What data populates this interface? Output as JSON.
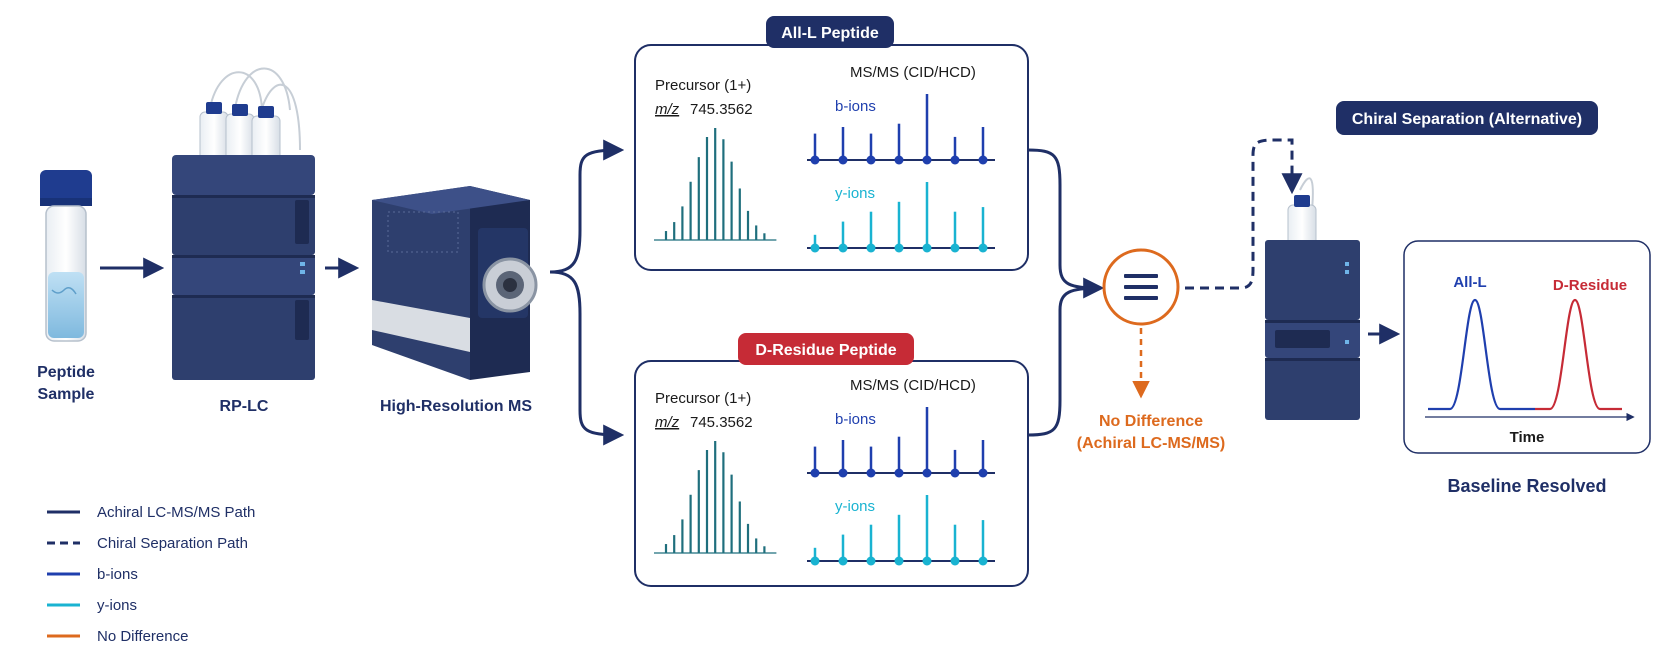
{
  "colors": {
    "navy": "#1f2f66",
    "navy_dark": "#16224f",
    "instrument": "#2e3f6e",
    "instrument_dark": "#1e2b52",
    "b_ion": "#1f3fae",
    "y_ion": "#19b3d1",
    "red": "#c62b36",
    "orange": "#dd6a1e",
    "peak_teal": "#1f6f7d",
    "panel_border": "#1f2f66"
  },
  "sample": {
    "label_line1": "Peptide",
    "label_line2": "Sample"
  },
  "rplc": {
    "label": "RP-LC"
  },
  "ms": {
    "label": "High-Resolution MS"
  },
  "panel_top": {
    "badge": "All-L Peptide",
    "precursor_title": "Precursor (1+)",
    "mz_label": "m/z",
    "mz_value": "745.3562",
    "msms_title": "MS/MS (CID/HCD)",
    "b_label": "b-ions",
    "y_label": "y-ions"
  },
  "panel_bottom": {
    "badge": "D-Residue Peptide",
    "precursor_title": "Precursor (1+)",
    "mz_label": "m/z",
    "mz_value": "745.3562",
    "msms_title": "MS/MS (CID/HCD)",
    "b_label": "b-ions",
    "y_label": "y-ions"
  },
  "isotope_envelope": [
    0.08,
    0.16,
    0.3,
    0.52,
    0.74,
    0.92,
    1.0,
    0.9,
    0.7,
    0.46,
    0.26,
    0.13,
    0.06
  ],
  "b_ion_heights": [
    0.4,
    0.5,
    0.4,
    0.55,
    1.0,
    0.35,
    0.5
  ],
  "y_ion_heights": [
    0.2,
    0.4,
    0.55,
    0.7,
    1.0,
    0.55,
    0.62
  ],
  "comparison": {
    "line1": "No Difference",
    "line2": "(Achiral LC-MS/MS)"
  },
  "chiral": {
    "badge": "Chiral Separation (Alternative)"
  },
  "chromatogram": {
    "peak1_label": "All-L",
    "peak2_label": "D-Residue",
    "xlabel": "Time",
    "caption": "Baseline Resolved"
  },
  "legend": [
    {
      "label": "Achiral LC-MS/MS Path",
      "style": "solid",
      "color": "#1f2f66"
    },
    {
      "label": "Chiral Separation Path",
      "style": "dashed",
      "color": "#1f2f66"
    },
    {
      "label": "b-ions",
      "style": "solid",
      "color": "#1f3fae"
    },
    {
      "label": "y-ions",
      "style": "solid",
      "color": "#19b3d1"
    },
    {
      "label": "No Difference",
      "style": "solid",
      "color": "#dd6a1e"
    }
  ]
}
